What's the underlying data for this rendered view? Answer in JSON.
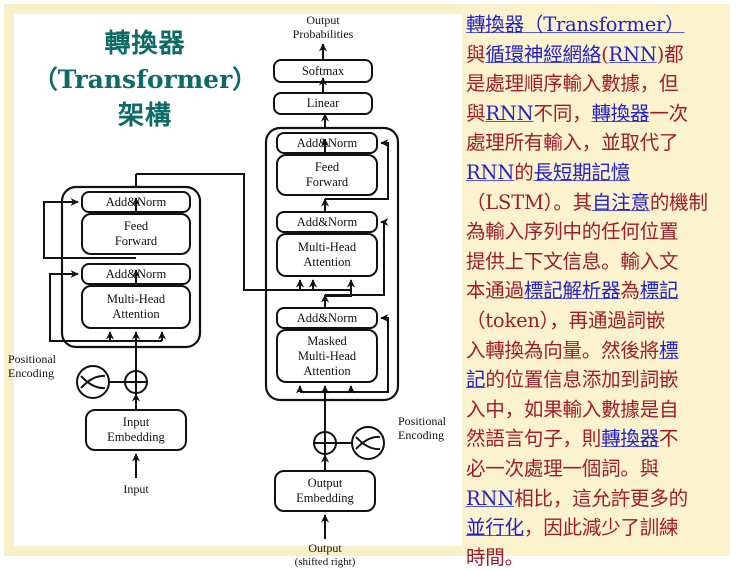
{
  "slide": {
    "title_lines": [
      "轉換器",
      "（Transformer）",
      "架構"
    ],
    "title_color": "#0d6a64",
    "bg_color": "#ffffff",
    "frame_color": "#f7f0c8",
    "panel_color": "#fbf3cd"
  },
  "diagram": {
    "name": "transformer-architecture-diagram",
    "top_labels": {
      "output_probabilities_line1": "Output",
      "output_probabilities_line2": "Probabilities"
    },
    "output_stack": [
      {
        "id": "softmax",
        "label": "Softmax"
      },
      {
        "id": "linear",
        "label": "Linear"
      }
    ],
    "encoder": {
      "blocks": [
        {
          "id": "enc-addnorm-2",
          "label": "Add&Norm",
          "lines": [
            "Add&Norm"
          ]
        },
        {
          "id": "enc-feedforward",
          "label": "Feed Forward",
          "lines": [
            "Feed",
            "Forward"
          ]
        },
        {
          "id": "enc-addnorm-1",
          "label": "Add&Norm",
          "lines": [
            "Add&Norm"
          ]
        },
        {
          "id": "enc-multihead",
          "label": "Multi-Head Attention",
          "lines": [
            "Multi-Head",
            "Attention"
          ]
        }
      ],
      "embedding": {
        "id": "input-embedding",
        "lines": [
          "Input",
          "Embedding"
        ]
      },
      "positional_encoding": {
        "lines": [
          "Positional",
          "Encoding"
        ]
      },
      "input_label": "Input"
    },
    "decoder": {
      "blocks": [
        {
          "id": "dec-addnorm-3",
          "label": "Add&Norm",
          "lines": [
            "Add&Norm"
          ]
        },
        {
          "id": "dec-feedforward",
          "label": "Feed Forward",
          "lines": [
            "Feed",
            "Forward"
          ]
        },
        {
          "id": "dec-addnorm-2",
          "label": "Add&Norm",
          "lines": [
            "Add&Norm"
          ]
        },
        {
          "id": "dec-multihead",
          "label": "Multi-Head Attention",
          "lines": [
            "Multi-Head",
            "Attention"
          ]
        },
        {
          "id": "dec-addnorm-1",
          "label": "Add&Norm",
          "lines": [
            "Add&Norm"
          ]
        },
        {
          "id": "dec-masked-multihead",
          "label": "Masked Multi-Head Attention",
          "lines": [
            "Masked",
            "Multi-Head",
            "Attention"
          ]
        }
      ],
      "embedding": {
        "id": "output-embedding",
        "lines": [
          "Output",
          "Embedding"
        ]
      },
      "positional_encoding": {
        "lines": [
          "Positional",
          "Encoding"
        ]
      },
      "input_label_line1": "Output",
      "input_label_line2": "(shifted right)"
    }
  },
  "text_panel": {
    "name": "transformer-description-text",
    "body_color": "#a01c2a",
    "link_color": "#2222c8",
    "lines": [
      [
        {
          "t": "轉換器（Transformer）",
          "k": "link"
        }
      ],
      [
        {
          "t": "與",
          "k": "plain"
        },
        {
          "t": "循環神經網絡",
          "k": "link"
        },
        {
          "t": "(",
          "k": "plain"
        },
        {
          "t": "RNN",
          "k": "link"
        },
        {
          "t": ")都",
          "k": "plain"
        }
      ],
      [
        {
          "t": "是處理順序輸入數據，但",
          "k": "plain"
        }
      ],
      [
        {
          "t": "與",
          "k": "plain"
        },
        {
          "t": "RNN",
          "k": "link"
        },
        {
          "t": "不同，",
          "k": "plain"
        },
        {
          "t": "轉換器",
          "k": "link"
        },
        {
          "t": "一次",
          "k": "plain"
        }
      ],
      [
        {
          "t": "處理所有輸入，並取代了",
          "k": "plain"
        }
      ],
      [
        {
          "t": "RNN",
          "k": "link"
        },
        {
          "t": "的",
          "k": "plain"
        },
        {
          "t": "長短期記憶",
          "k": "link"
        }
      ],
      [
        {
          "t": "（LSTM）。其",
          "k": "plain"
        },
        {
          "t": "自注意",
          "k": "link"
        },
        {
          "t": "的機制",
          "k": "plain"
        }
      ],
      [
        {
          "t": "為輸入序列中的任何位置",
          "k": "plain"
        }
      ],
      [
        {
          "t": "提供上下文信息。輸入文",
          "k": "plain"
        }
      ],
      [
        {
          "t": "本通過",
          "k": "plain"
        },
        {
          "t": "標記解析器",
          "k": "link"
        },
        {
          "t": "為",
          "k": "plain"
        },
        {
          "t": "標記",
          "k": "link"
        }
      ],
      [
        {
          "t": "（token），再通過詞嵌",
          "k": "plain"
        }
      ],
      [
        {
          "t": "入轉換為向量。然後將",
          "k": "plain"
        },
        {
          "t": "標",
          "k": "link"
        }
      ],
      [
        {
          "t": "記",
          "k": "link"
        },
        {
          "t": "的位置信息添加到詞嵌",
          "k": "plain"
        }
      ],
      [
        {
          "t": "入中，如果輸入數據是自",
          "k": "plain"
        }
      ],
      [
        {
          "t": "然語言句子，則",
          "k": "plain"
        },
        {
          "t": "轉換器",
          "k": "link"
        },
        {
          "t": "不",
          "k": "plain"
        }
      ],
      [
        {
          "t": "必一次處理一個詞。與",
          "k": "plain"
        }
      ],
      [
        {
          "t": "RNN",
          "k": "link"
        },
        {
          "t": "相比，這允許更多的",
          "k": "plain"
        }
      ],
      [
        {
          "t": "並行化",
          "k": "link"
        },
        {
          "t": "，因此減少了訓練",
          "k": "plain"
        }
      ],
      [
        {
          "t": "時間。",
          "k": "plain"
        }
      ]
    ]
  }
}
